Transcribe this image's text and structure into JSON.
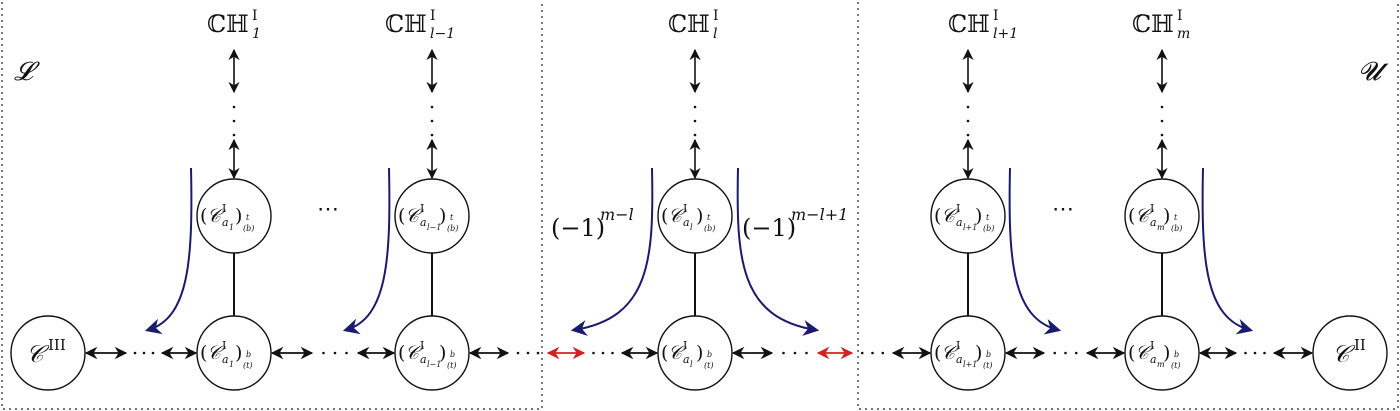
{
  "regions": {
    "left": "𝓛",
    "right": "𝓤"
  },
  "top_labels": [
    {
      "base": "ℂℍ",
      "sup": "I",
      "sub": "1"
    },
    {
      "base": "ℂℍ",
      "sup": "I",
      "sub": "l−1"
    },
    {
      "base": "ℂℍ",
      "sup": "I",
      "sub": "l"
    },
    {
      "base": "ℂℍ",
      "sup": "I",
      "sub": "l+1"
    },
    {
      "base": "ℂℍ",
      "sup": "I",
      "sub": "m"
    }
  ],
  "top_nodes": [
    {
      "index": "1",
      "outer": "t",
      "inner": "(b)"
    },
    {
      "index": "l−1",
      "outer": "t",
      "inner": "(b)"
    },
    {
      "index": "l",
      "outer": "t",
      "inner": "(b)"
    },
    {
      "index": "l+1",
      "outer": "t",
      "inner": "(b)"
    },
    {
      "index": "m",
      "outer": "t",
      "inner": "(b)"
    }
  ],
  "bottom_nodes": [
    {
      "index": "1",
      "outer": "b",
      "inner": "(t)"
    },
    {
      "index": "l−1",
      "outer": "b",
      "inner": "(t)"
    },
    {
      "index": "l",
      "outer": "b",
      "inner": "(t)"
    },
    {
      "index": "l+1",
      "outer": "b",
      "inner": "(t)"
    },
    {
      "index": "m",
      "outer": "b",
      "inner": "(t)"
    }
  ],
  "node_symbol": "𝒞",
  "node_sup": "I",
  "node_sub_letter": "a",
  "ends": {
    "left": {
      "base": "𝒞",
      "sup": "III"
    },
    "right": {
      "base": "𝒞",
      "sup": "II"
    }
  },
  "signs": {
    "left": {
      "base": "(−1)",
      "sup": "m−l"
    },
    "right": {
      "base": "(−1)",
      "sup": "m−l+1"
    }
  },
  "ellipsis": "⋯",
  "colors": {
    "curve": "#1a1a6e",
    "highlight_arrow": "#d42020",
    "ink": "#111111"
  }
}
